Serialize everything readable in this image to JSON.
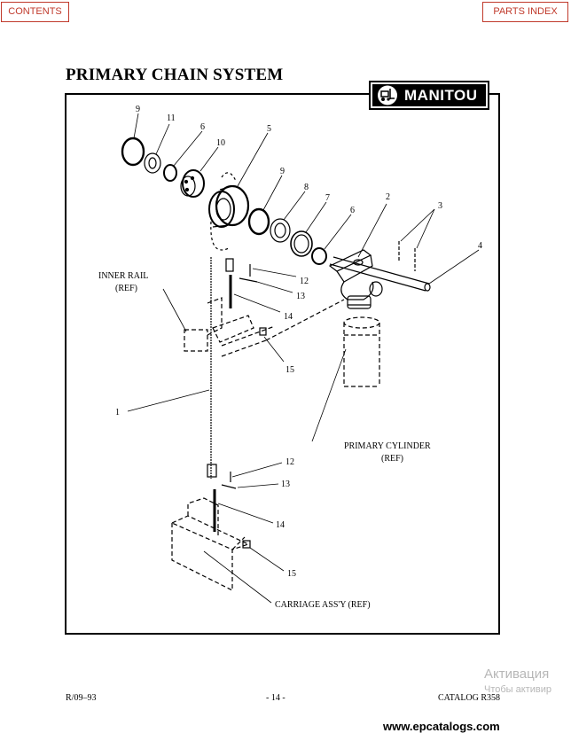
{
  "nav": {
    "contents": "CONTENTS",
    "parts_index": "PARTS INDEX"
  },
  "page_title": "PRIMARY CHAIN SYSTEM",
  "logo_text": "MANITOU",
  "callouts": {
    "c9a": "9",
    "c11": "11",
    "c6a": "6",
    "c10": "10",
    "c5": "5",
    "c9b": "9",
    "c8": "8",
    "c7": "7",
    "c6b": "6",
    "c2": "2",
    "c3": "3",
    "c4": "4",
    "c12a": "12",
    "c13a": "13",
    "c14a": "14",
    "c15a": "15",
    "c1": "1",
    "c12b": "12",
    "c13b": "13",
    "c14b": "14",
    "c15b": "15"
  },
  "ref_labels": {
    "inner_rail_1": "INNER RAIL",
    "inner_rail_2": "(REF)",
    "primary_cyl_1": "PRIMARY CYLINDER",
    "primary_cyl_2": "(REF)",
    "carriage": "CARRIAGE ASS'Y (REF)"
  },
  "footer": {
    "date": "R/09–93",
    "page": "- 14 -",
    "catalog": "CATALOG R358"
  },
  "watermark": {
    "line1": "Активация",
    "line2": "Чтобы активир"
  },
  "website": "www.epcatalogs.com"
}
